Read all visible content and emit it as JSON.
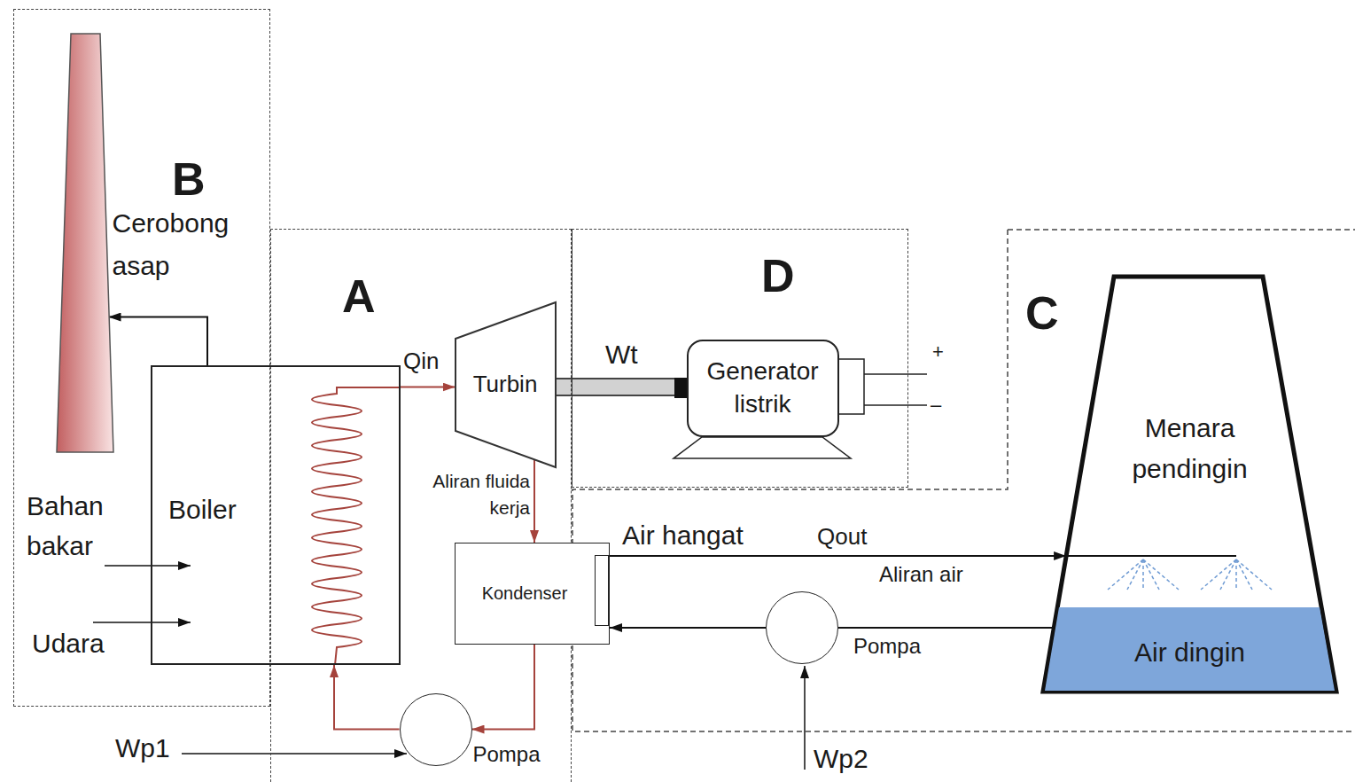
{
  "diagram": {
    "nodes": [
      {
        "text": [
          "B"
        ]
      },
      {
        "text": [
          "Cerobong asap"
        ],
        "in": 0
      },
      {
        "text": [
          "A"
        ]
      },
      {
        "text": [
          "D"
        ]
      },
      {
        "text": [
          "C"
        ]
      },
      {
        "text": [
          "Boiler"
        ]
      },
      {
        "text": [
          "Turbin"
        ],
        "in": 2
      },
      {
        "text": [
          "Generator listrik"
        ],
        "in": 3
      },
      {
        "text": [
          "Menara pendingin"
        ],
        "in": 4
      },
      {
        "text": [
          "Air dingin"
        ],
        "in": 8
      },
      {
        "text": [
          "Kondenser"
        ]
      },
      {
        "text": [
          "Pompa"
        ],
        "in": 2
      },
      {
        "text": [
          "Pompa"
        ],
        "in": 4
      }
    ],
    "edges": [
      {
        "from": 5,
        "to": 1,
        "arrow": "to"
      },
      {
        "from": 5,
        "to": 6,
        "label": "Qin",
        "arrow": "to"
      },
      {
        "from": 6,
        "to": 10,
        "label": "Aliran fluida kerja",
        "arrow": "to"
      },
      {
        "from": 10,
        "to": 11,
        "arrow": "to"
      },
      {
        "from": 11,
        "to": 5,
        "arrow": "to"
      },
      {
        "from": 6,
        "to": 7,
        "label": "Wt",
        "arrow": "none"
      },
      {
        "from": 10,
        "to": 8,
        "label": "Air hangat",
        "arrow": "to"
      },
      {
        "from": 9,
        "to": 12,
        "arrow": "none"
      },
      {
        "from": 12,
        "to": 10,
        "arrow": "to"
      }
    ],
    "labels": [
      "Bahan bakar",
      "Udara",
      "Wp1",
      "Wp2",
      "+",
      "–",
      "Qout",
      "Aliran air"
    ]
  }
}
